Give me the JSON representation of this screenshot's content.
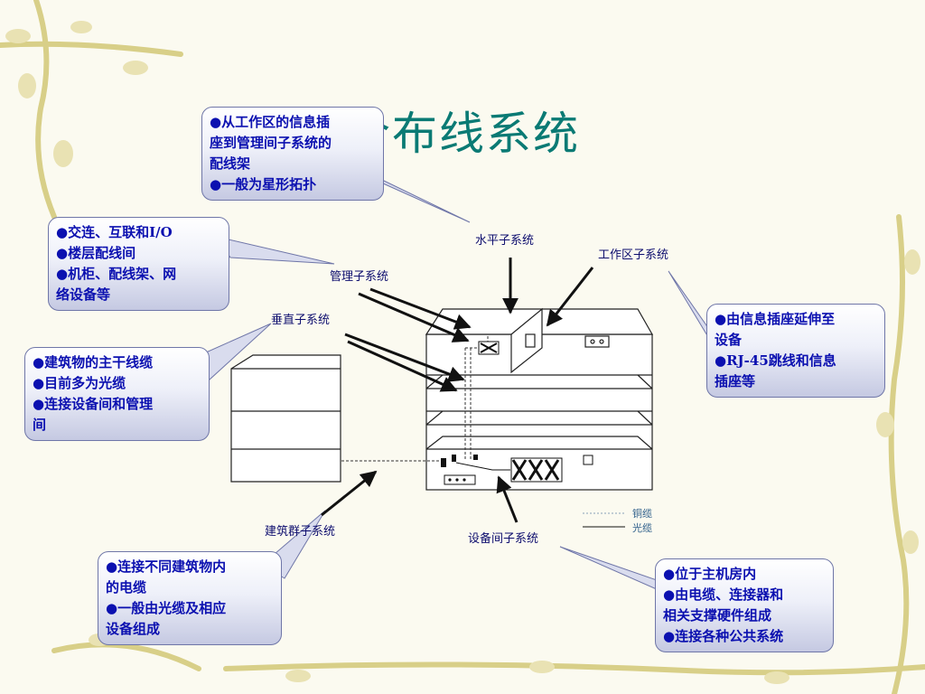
{
  "title": "综合布线系统",
  "callouts": {
    "horizontal": [
      "●从工作区的信息插",
      "座到管理间子系统的",
      "配线架",
      "●一般为星形拓扑"
    ],
    "admin": [
      "●交连、互联和I/O",
      "●楼层配线间",
      "●机柜、配线架、网",
      "络设备等"
    ],
    "backbone": [
      "●建筑物的主干线缆",
      "●目前多为光缆",
      "●连接设备间和管理",
      "间"
    ],
    "workarea": [
      "●由信息插座延伸至",
      "设备",
      "●RJ-45跳线和信息",
      "插座等"
    ],
    "campus": [
      "●连接不同建筑物内",
      "的电缆",
      "●一般由光缆及相应",
      "设备组成"
    ],
    "equipment": [
      "●位于主机房内",
      "●由电缆、连接器和",
      "相关支撑硬件组成",
      "●连接各种公共系统"
    ]
  },
  "labels": {
    "horizontal": "水平子系统",
    "workarea": "工作区子系统",
    "admin": "管理子系统",
    "backbone": "垂直子系统",
    "campus": "建筑群子系统",
    "equipment": "设备间子系统"
  },
  "legend": {
    "copper": "铜缆",
    "fiber": "光缆"
  },
  "colors": {
    "title": "#0a7a74",
    "callout_text": "#0b10b0",
    "callout_border": "#6f76a8",
    "label_text": "#0d0d6e"
  }
}
